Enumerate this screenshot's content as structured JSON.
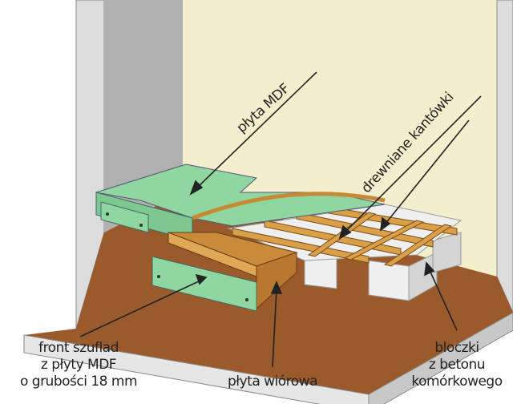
{
  "labels": {
    "mdf_board": "płyta MDF",
    "wooden_battens": "drewniane kantówki",
    "drawer_front": [
      "front szuflad",
      "z płyty MDF",
      "o grubości 18 mm"
    ],
    "chipboard": "płyta wiórowa",
    "blocks": [
      "bloczki",
      "z betonu",
      "komórkowego"
    ]
  },
  "colors": {
    "wall": "#f3efcd",
    "side_wall": "#b4b4b4",
    "floor": "#9a5a2c",
    "mdf": "#8fd6a0",
    "wood": "#d9a047",
    "block": "#efefef"
  }
}
